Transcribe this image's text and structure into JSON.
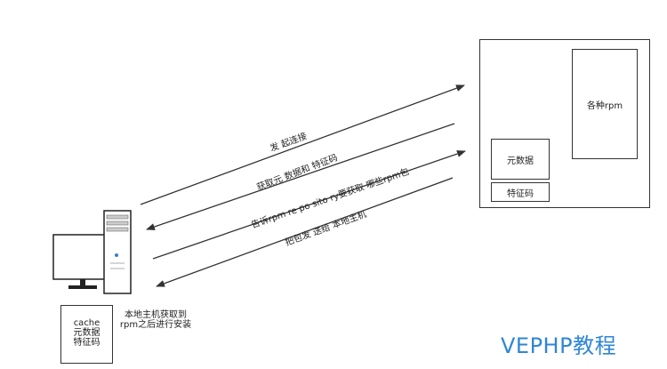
{
  "server": {
    "rpm_label": "各种rpm",
    "metadata_label": "元数据",
    "fingerprint_label": "特征码"
  },
  "arrows": [
    {
      "label": "发 起连接",
      "direction": "to-server"
    },
    {
      "label": "获取元 数据和 特征码",
      "direction": "to-client"
    },
    {
      "label": "告诉rpm re po sito ry要获取 哪些rpm包",
      "direction": "to-server"
    },
    {
      "label": "把包发 送给 本地主机",
      "direction": "to-client"
    }
  ],
  "client": {
    "cache_lines": [
      "cache",
      "元数据",
      "特征码"
    ],
    "install_note": "本地主机获取到rpm之后进行安装"
  },
  "brand": "VEPHP教程"
}
